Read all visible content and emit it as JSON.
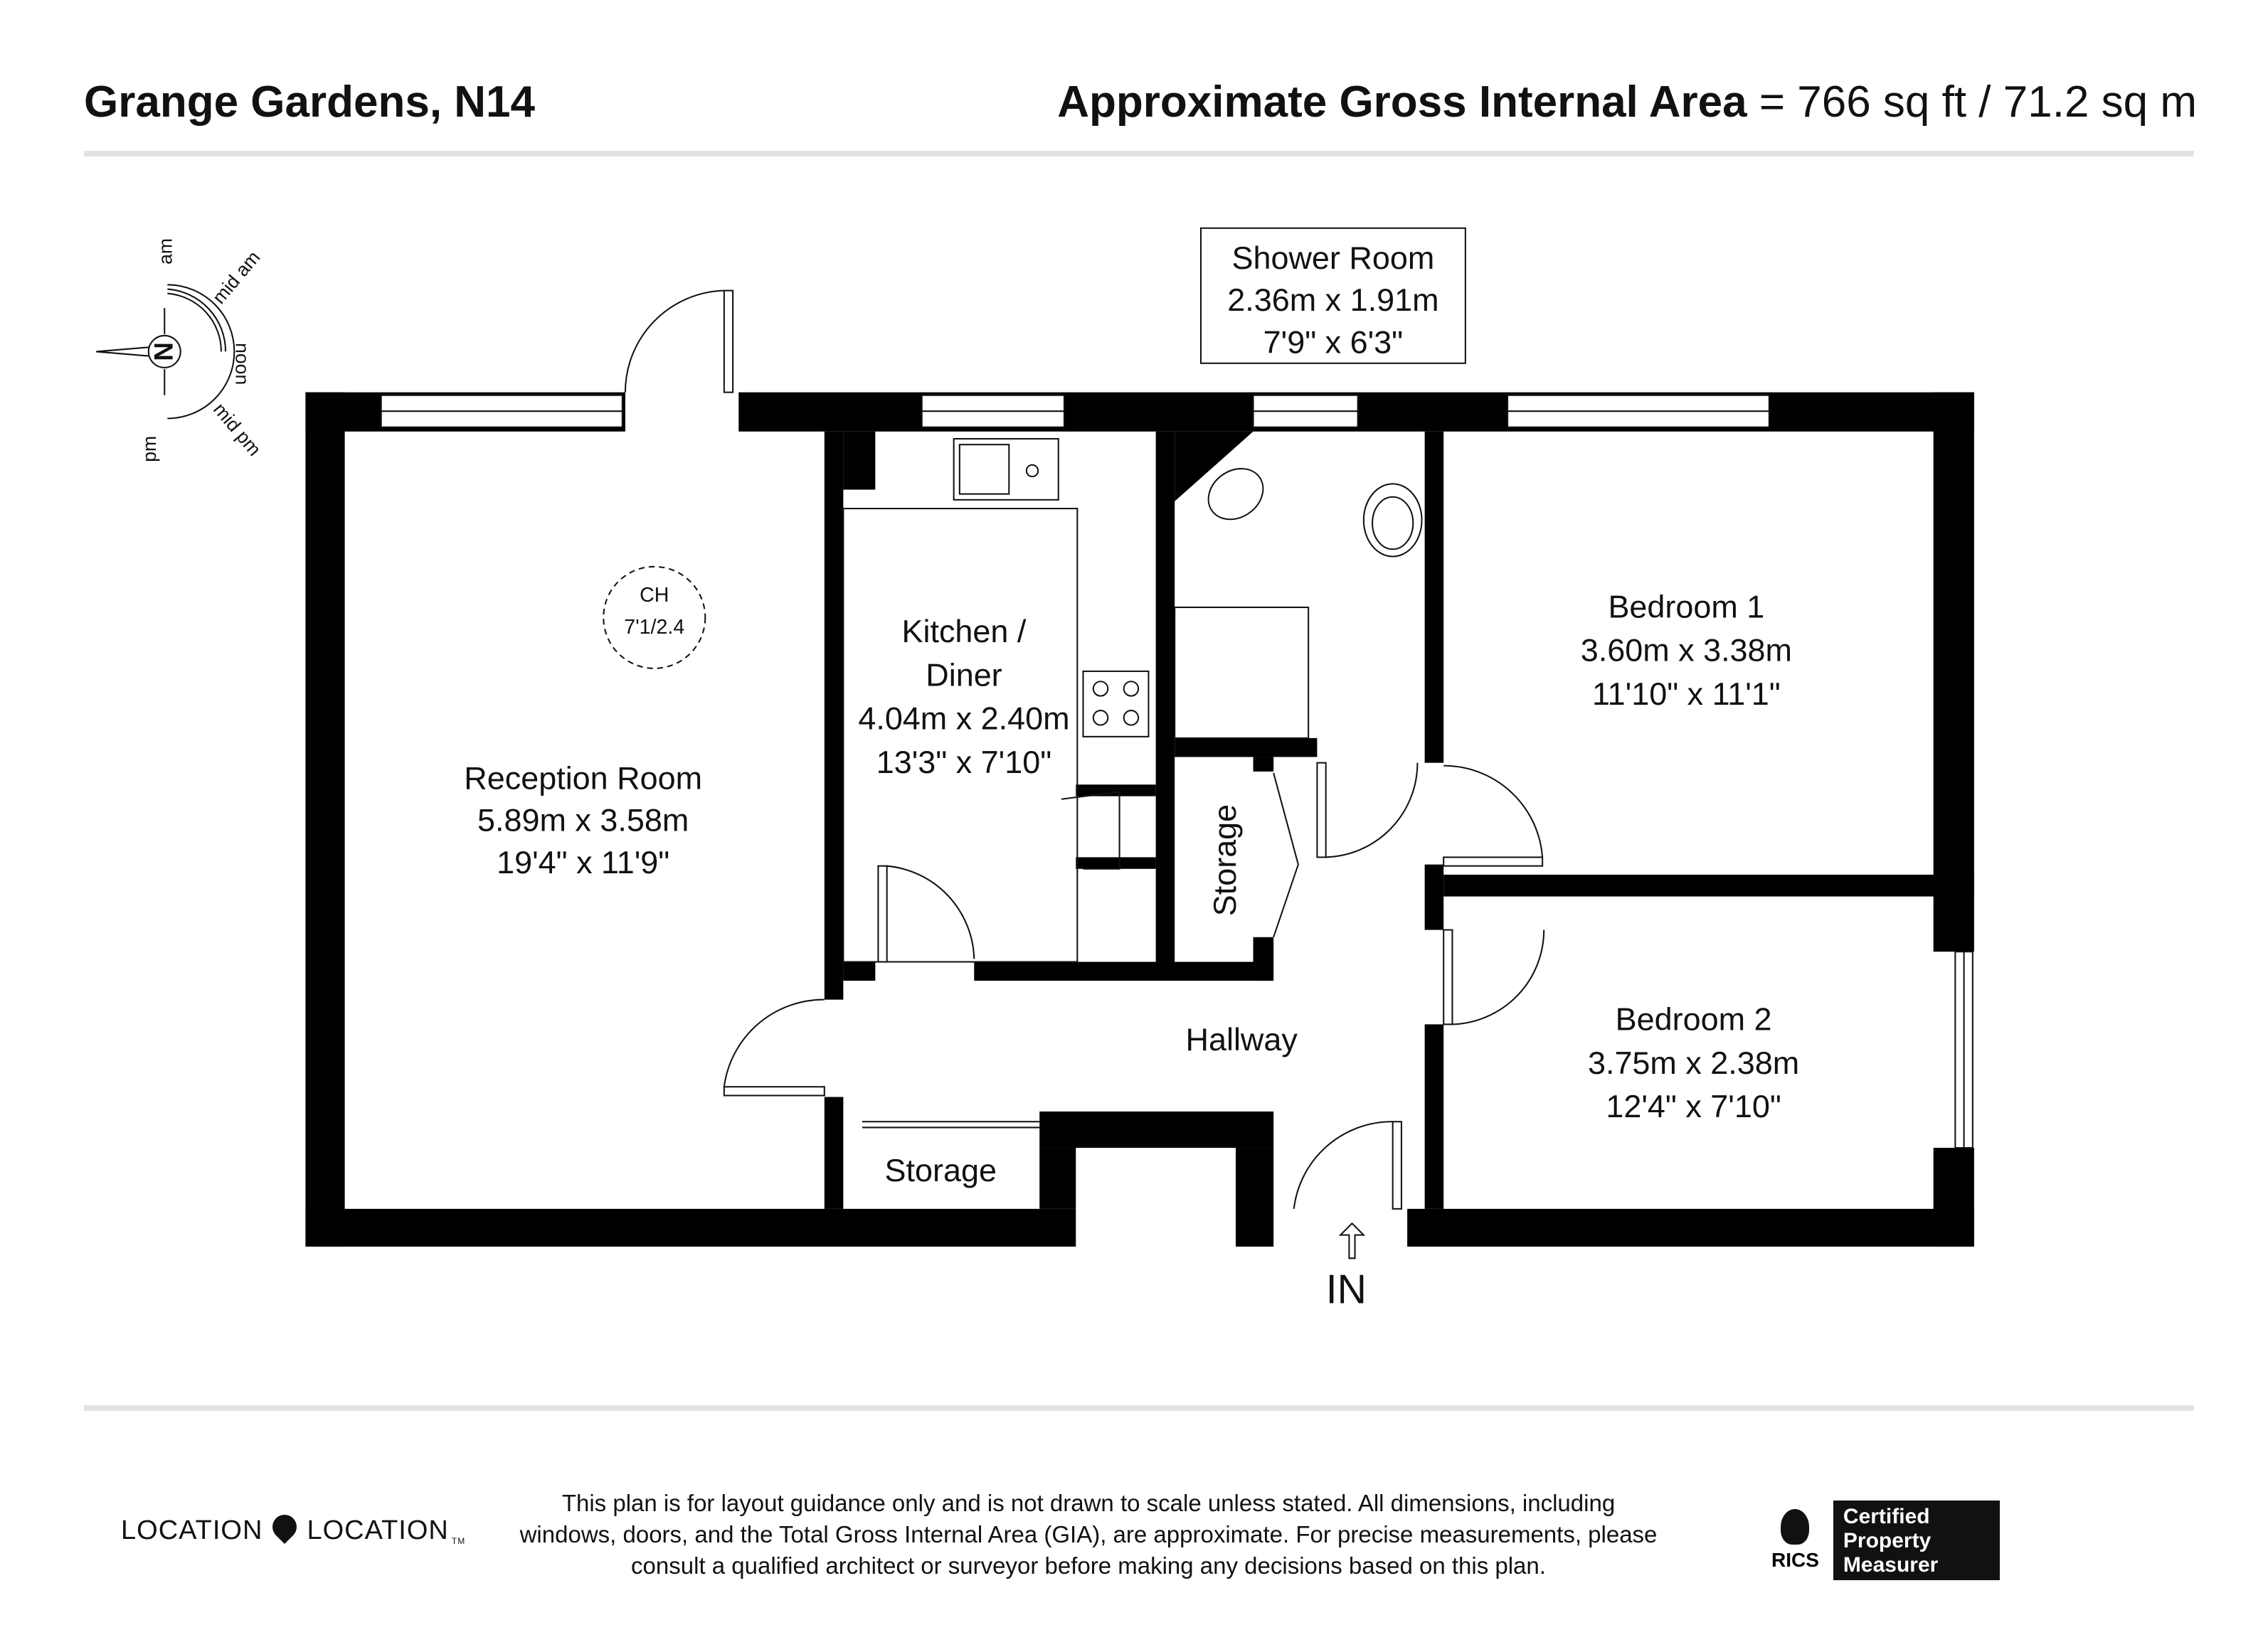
{
  "header": {
    "property": "Grange Gardens, N14",
    "area_label": "Approximate Gross Internal Area",
    "area_value": "= 766 sq ft / 71.2 sq m"
  },
  "compass": {
    "north": "N",
    "labels": [
      "am",
      "mid am",
      "noon",
      "mid pm",
      "pm"
    ]
  },
  "rooms": {
    "reception": {
      "name": "Reception Room",
      "metric": "5.89m x 3.58m",
      "imperial": "19'4\" x 11'9\""
    },
    "kitchen": {
      "name1": "Kitchen /",
      "name2": "Diner",
      "metric": "4.04m x 2.40m",
      "imperial": "13'3\" x 7'10\""
    },
    "shower": {
      "name": "Shower Room",
      "metric": "2.36m x 1.91m",
      "imperial": "7'9\" x 6'3\""
    },
    "bedroom1": {
      "name": "Bedroom 1",
      "metric": "3.60m x 3.38m",
      "imperial": "11'10\" x 11'1\""
    },
    "bedroom2": {
      "name": "Bedroom 2",
      "metric": "3.75m x 2.38m",
      "imperial": "12'4\" x 7'10\""
    },
    "hallway": {
      "name": "Hallway"
    },
    "storage_vertical": {
      "name": "Storage"
    },
    "storage_lower": {
      "name": "Storage"
    },
    "ceiling_height": {
      "label": "CH",
      "value": "7'1/2.4"
    }
  },
  "entrance": "IN",
  "footer": {
    "logo": "LOCATION",
    "logo2": "LOCATION",
    "tm": "TM",
    "disclaimer": "This plan is for layout guidance only and is not drawn to scale unless stated. All dimensions, including windows, doors, and the Total Gross Internal Area (GIA), are approximate. For precise measurements, please consult a qualified architect or surveyor before making any decisions based on this plan.",
    "rics": "RICS",
    "cert": [
      "Certified",
      "Property",
      "Measurer"
    ]
  }
}
